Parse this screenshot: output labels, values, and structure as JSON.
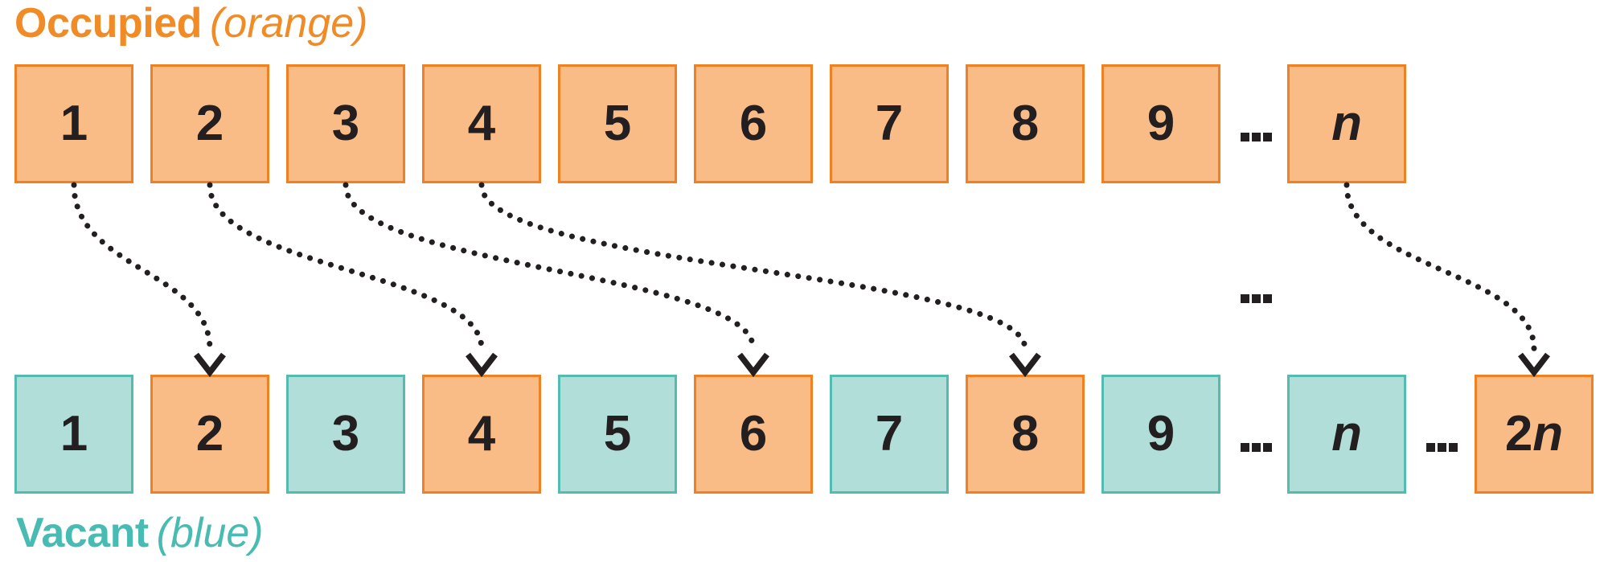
{
  "title_top": {
    "bold": "Occupied",
    "italic": "(orange)"
  },
  "title_bottom": {
    "bold": "Vacant",
    "italic": "(blue)"
  },
  "colors": {
    "orange_border": "#F08123",
    "orange_fill": "#F9BC87",
    "orange_text": "#F08B26",
    "teal_border": "#54BBB1",
    "teal_fill": "#B2DEDA",
    "teal_text": "#48BCB2",
    "ink": "#231F20"
  },
  "top_row": {
    "name": "occupied-row",
    "cells": [
      {
        "kind": "box",
        "color": "orange",
        "parts": [
          {
            "text": "1",
            "italic": false
          }
        ]
      },
      {
        "kind": "box",
        "color": "orange",
        "parts": [
          {
            "text": "2",
            "italic": false
          }
        ]
      },
      {
        "kind": "box",
        "color": "orange",
        "parts": [
          {
            "text": "3",
            "italic": false
          }
        ]
      },
      {
        "kind": "box",
        "color": "orange",
        "parts": [
          {
            "text": "4",
            "italic": false
          }
        ]
      },
      {
        "kind": "box",
        "color": "orange",
        "parts": [
          {
            "text": "5",
            "italic": false
          }
        ]
      },
      {
        "kind": "box",
        "color": "orange",
        "parts": [
          {
            "text": "6",
            "italic": false
          }
        ]
      },
      {
        "kind": "box",
        "color": "orange",
        "parts": [
          {
            "text": "7",
            "italic": false
          }
        ]
      },
      {
        "kind": "box",
        "color": "orange",
        "parts": [
          {
            "text": "8",
            "italic": false
          }
        ]
      },
      {
        "kind": "box",
        "color": "orange",
        "parts": [
          {
            "text": "9",
            "italic": false
          }
        ]
      },
      {
        "kind": "ellipsis",
        "label": "..."
      },
      {
        "kind": "box",
        "color": "orange",
        "parts": [
          {
            "text": "n",
            "italic": true
          }
        ]
      }
    ]
  },
  "bottom_row": {
    "name": "vacant-row",
    "cells": [
      {
        "kind": "box",
        "color": "teal",
        "parts": [
          {
            "text": "1",
            "italic": false
          }
        ]
      },
      {
        "kind": "box",
        "color": "orange",
        "parts": [
          {
            "text": "2",
            "italic": false
          }
        ]
      },
      {
        "kind": "box",
        "color": "teal",
        "parts": [
          {
            "text": "3",
            "italic": false
          }
        ]
      },
      {
        "kind": "box",
        "color": "orange",
        "parts": [
          {
            "text": "4",
            "italic": false
          }
        ]
      },
      {
        "kind": "box",
        "color": "teal",
        "parts": [
          {
            "text": "5",
            "italic": false
          }
        ]
      },
      {
        "kind": "box",
        "color": "orange",
        "parts": [
          {
            "text": "6",
            "italic": false
          }
        ]
      },
      {
        "kind": "box",
        "color": "teal",
        "parts": [
          {
            "text": "7",
            "italic": false
          }
        ]
      },
      {
        "kind": "box",
        "color": "orange",
        "parts": [
          {
            "text": "8",
            "italic": false
          }
        ]
      },
      {
        "kind": "box",
        "color": "teal",
        "parts": [
          {
            "text": "9",
            "italic": false
          }
        ]
      },
      {
        "kind": "ellipsis",
        "label": "..."
      },
      {
        "kind": "box",
        "color": "teal",
        "parts": [
          {
            "text": "n",
            "italic": true
          }
        ]
      },
      {
        "kind": "ellipsis",
        "label": "..."
      },
      {
        "kind": "box",
        "color": "orange",
        "parts": [
          {
            "text": "2",
            "italic": false
          },
          {
            "text": "n",
            "italic": true
          }
        ]
      }
    ]
  },
  "between_rows_ellipsis": {
    "label": "..."
  },
  "arrows": [
    {
      "from_top_cell": 0,
      "to_bottom_cell": 1
    },
    {
      "from_top_cell": 1,
      "to_bottom_cell": 3
    },
    {
      "from_top_cell": 2,
      "to_bottom_cell": 5
    },
    {
      "from_top_cell": 3,
      "to_bottom_cell": 7
    },
    {
      "from_top_cell": 10,
      "to_bottom_cell": 12
    }
  ]
}
